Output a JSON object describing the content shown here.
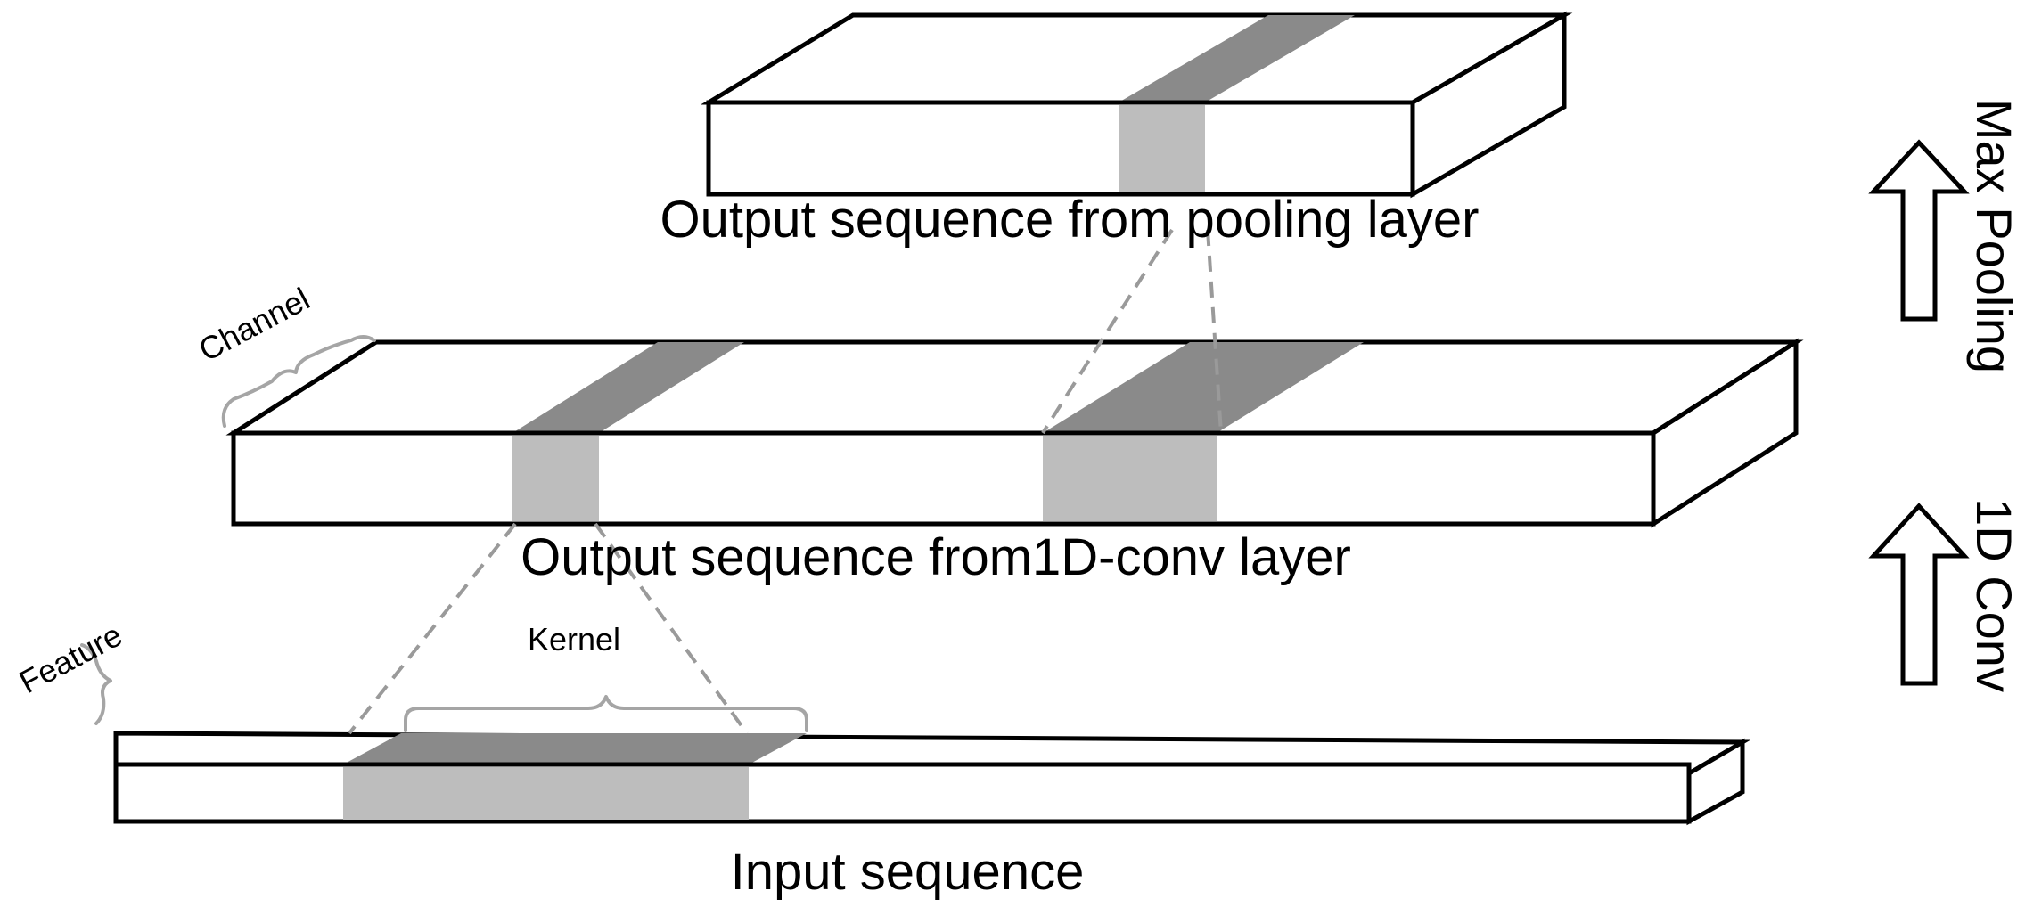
{
  "labels": {
    "input": "Input sequence",
    "conv_output": "Output sequence from1D-conv layer",
    "pool_output": "Output sequence from pooling layer",
    "kernel": "Kernel",
    "feature": "Feature",
    "channel": "Channel"
  },
  "operations": {
    "conv": "1D Conv",
    "pool": "Max Pooling"
  },
  "colors": {
    "outline": "#000000",
    "shade_dark": "#8a8a8a",
    "shade_light": "#bdbdbd",
    "guide": "#9a9a9a"
  }
}
